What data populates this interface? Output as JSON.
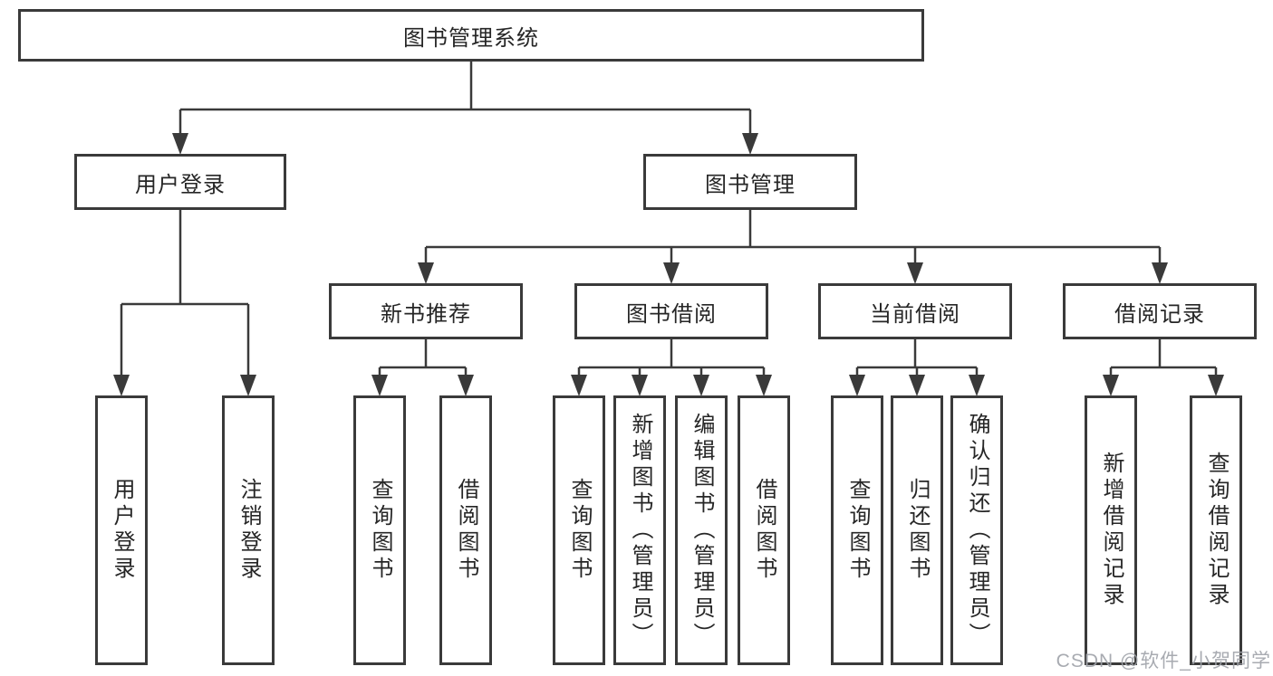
{
  "diagram_type": "hierarchy-flowchart",
  "tree": {
    "label": "图书管理系统",
    "children": [
      {
        "label": "用户登录",
        "children": [
          {
            "label": "用户登录"
          },
          {
            "label": "注销登录"
          }
        ]
      },
      {
        "label": "图书管理",
        "children": [
          {
            "label": "新书推荐",
            "children": [
              {
                "label": "查询图书"
              },
              {
                "label": "借阅图书"
              }
            ]
          },
          {
            "label": "图书借阅",
            "children": [
              {
                "label": "查询图书"
              },
              {
                "label": "新增图书（管理员）"
              },
              {
                "label": "编辑图书（管理员）"
              },
              {
                "label": "借阅图书"
              }
            ]
          },
          {
            "label": "当前借阅",
            "children": [
              {
                "label": "查询图书"
              },
              {
                "label": "归还图书"
              },
              {
                "label": "确认归还（管理员）"
              }
            ]
          },
          {
            "label": "借阅记录",
            "children": [
              {
                "label": "新增借阅记录"
              },
              {
                "label": "查询借阅记录"
              }
            ]
          }
        ]
      }
    ]
  },
  "watermark": {
    "text": "CSDN @软件_小贺同学"
  },
  "colors": {
    "line": "#3a3a3a",
    "text": "#262626",
    "box_background": "#ffffff",
    "watermark": "#9ea2a8"
  }
}
